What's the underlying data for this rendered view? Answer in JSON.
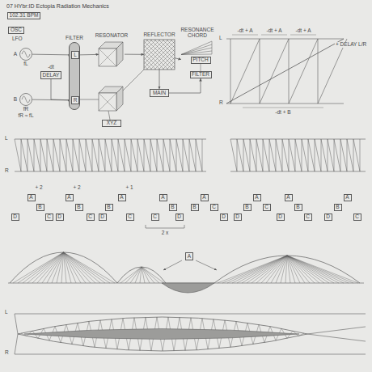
{
  "diagram": {
    "title": "07 HYbr:ID Ectopia Radiation Mechanics",
    "nodes": [
      {
        "text": [
          "102.31 BPM"
        ]
      },
      {
        "text": [
          "OSC"
        ]
      },
      {
        "text": [
          "A",
          "fL"
        ]
      },
      {
        "text": [
          "B",
          "fR",
          "fR ≈ fL"
        ]
      },
      {
        "text": [
          "-dt",
          "DELAY"
        ]
      },
      {
        "text": [
          "FILTER"
        ]
      },
      {
        "text": [
          "L"
        ],
        "in": 5
      },
      {
        "text": [
          "R"
        ],
        "in": 5
      },
      {
        "text": [
          "RESONATOR"
        ]
      },
      {
        "text": [
          "REFLECTOR"
        ]
      },
      {
        "text": [
          "RESONANCE CHORD"
        ]
      },
      {
        "text": [
          "PITCH"
        ],
        "in": 10
      },
      {
        "text": [
          "FILTER"
        ],
        "in": 10
      },
      {
        "text": [
          "MAIN"
        ]
      },
      {
        "text": [
          "XYZ"
        ]
      },
      {
        "text": [
          "A"
        ]
      },
      {
        "text": [
          "B"
        ]
      },
      {
        "text": [
          "C"
        ]
      },
      {
        "text": [
          "D"
        ]
      },
      {
        "text": [
          "A"
        ]
      },
      {
        "text": [
          "B"
        ]
      },
      {
        "text": [
          "C"
        ]
      },
      {
        "text": [
          "D"
        ]
      },
      {
        "text": [
          "A"
        ]
      },
      {
        "text": [
          "B"
        ]
      },
      {
        "text": [
          "C"
        ]
      },
      {
        "text": [
          "D"
        ]
      },
      {
        "text": [
          "A"
        ]
      },
      {
        "text": [
          "B"
        ]
      },
      {
        "text": [
          "C"
        ]
      },
      {
        "text": [
          "D"
        ]
      },
      {
        "text": [
          "A"
        ]
      },
      {
        "text": [
          "B"
        ]
      },
      {
        "text": [
          "C"
        ]
      },
      {
        "text": [
          "D"
        ]
      },
      {
        "text": [
          "A"
        ]
      },
      {
        "text": [
          "B"
        ]
      },
      {
        "text": [
          "C"
        ]
      },
      {
        "text": [
          "D"
        ]
      },
      {
        "text": [
          "A"
        ]
      },
      {
        "text": [
          "B"
        ]
      },
      {
        "text": [
          "C"
        ]
      },
      {
        "text": [
          "D"
        ]
      },
      {
        "text": [
          "A"
        ]
      },
      {
        "text": [
          "B"
        ]
      },
      {
        "text": [
          "C"
        ]
      },
      {
        "text": [
          "D"
        ]
      },
      {
        "text": [
          "A"
        ]
      }
    ],
    "edges": [
      {
        "from": 2,
        "to": 6,
        "arrow": "to"
      },
      {
        "from": 3,
        "to": 7,
        "arrow": "to"
      },
      {
        "from": 4,
        "to": 7,
        "arrow": "to"
      },
      {
        "from": 6,
        "to": 8,
        "arrow": "to"
      },
      {
        "from": 8,
        "to": 9,
        "arrow": "to"
      },
      {
        "from": 9,
        "to": 10,
        "arrow": "to"
      },
      {
        "from": 9,
        "to": 13,
        "arrow": "to"
      },
      {
        "from": 13,
        "to": 12,
        "arrow": "to"
      }
    ],
    "labels": [
      "LFO",
      "L",
      "R",
      "-dt + A",
      "-dt + A",
      "-dt + A",
      "+ DELAY L/R",
      "-dt + B",
      "L",
      "R",
      "+ 2",
      "+ 2",
      "+ 1",
      "2 x",
      "L",
      "R"
    ]
  }
}
